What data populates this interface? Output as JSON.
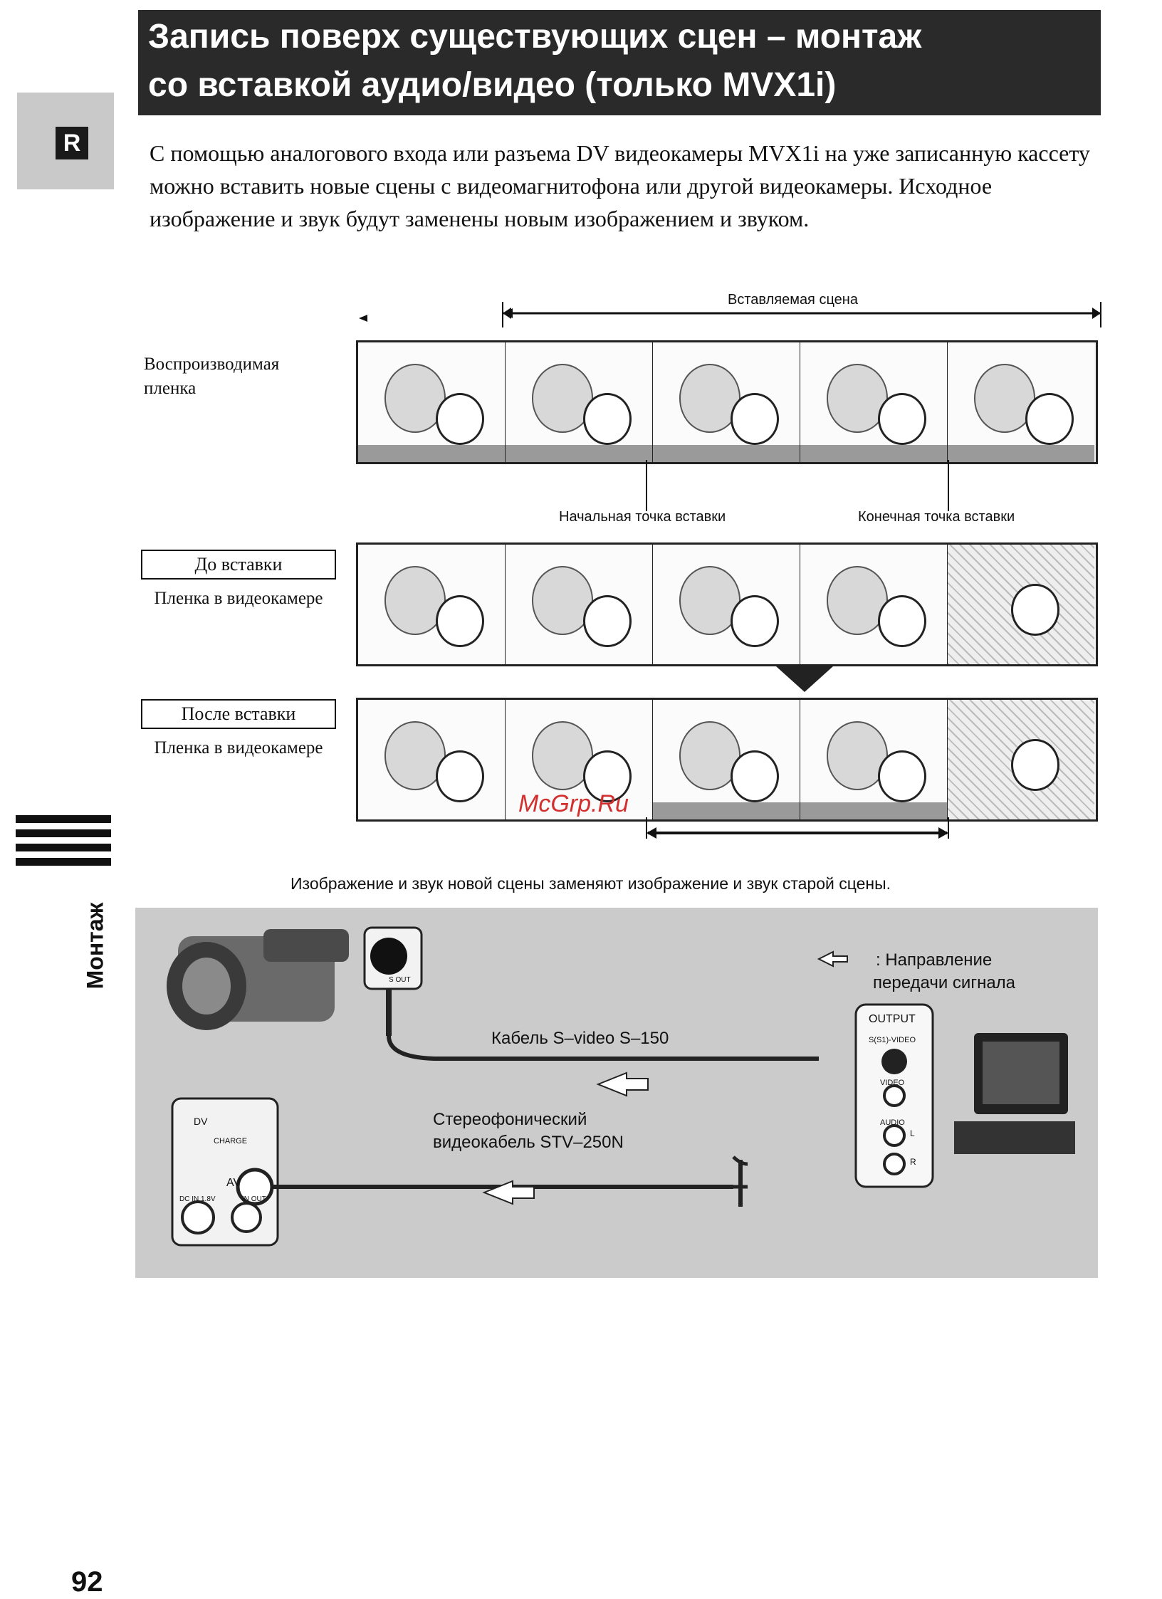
{
  "side_tab": {
    "letter": "R",
    "section": "Монтаж"
  },
  "title": {
    "line1": "Запись поверх существующих сцен – монтаж",
    "line2": "со вставкой аудио/видео (только MVX1i)"
  },
  "intro": "С помощью аналогового входа или разъема DV видеокамеры MVX1i на уже записанную кассету можно вставить новые сцены с видеомагнитофона или другой видеокамеры. Исходное изображение и звук будут заменены новым изображением и звуком.",
  "diagram": {
    "inserted_scene": "Вставляемая сцена",
    "start_point": "Начальная точка вставки",
    "end_point": "Конечная точка вставки",
    "playback_label": "Воспроизводимая пленка",
    "before_label": "До вставки",
    "after_label": "После вставки",
    "camera_tape": "Пленка в видеокамере",
    "caption": "Изображение и звук новой сцены заменяют изображение и звук старой сцены."
  },
  "connection": {
    "direction_line1": ": Направление",
    "direction_line2": "передачи сигнала",
    "svideo_cable": "Кабель S–video S–150",
    "stereo_line1": "Стереофонический",
    "stereo_line2": "видеокабель STV–250N",
    "output": "OUTPUT",
    "svideo_port": "S(S1)-VIDEO",
    "video_port": "VIDEO",
    "audio_port": "AUDIO",
    "l": "L",
    "r": "R",
    "dv": "DV",
    "charge": "CHARGE",
    "av": "AV",
    "in_out": "IN OUT",
    "dc_in": "DC IN 1.8V",
    "s_out": "S OUT"
  },
  "watermark": "McGrp.Ru",
  "page_number": "92"
}
